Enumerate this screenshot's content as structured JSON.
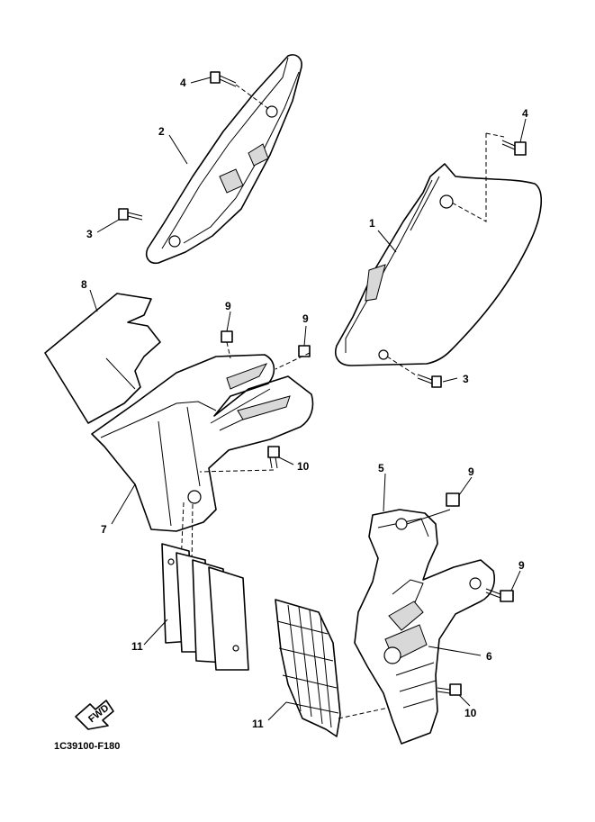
{
  "diagram": {
    "caption": "1C39100-F180",
    "fwd_label": "FWD",
    "callouts": {
      "c1": "1",
      "c2": "2",
      "c3a": "3",
      "c3b": "3",
      "c4a": "4",
      "c4b": "4",
      "c5": "5",
      "c6": "6",
      "c7": "7",
      "c8": "8",
      "c9a": "9",
      "c9b": "9",
      "c9c": "9",
      "c9d": "9",
      "c10a": "10",
      "c10b": "10",
      "c11a": "11",
      "c11b": "11"
    }
  }
}
